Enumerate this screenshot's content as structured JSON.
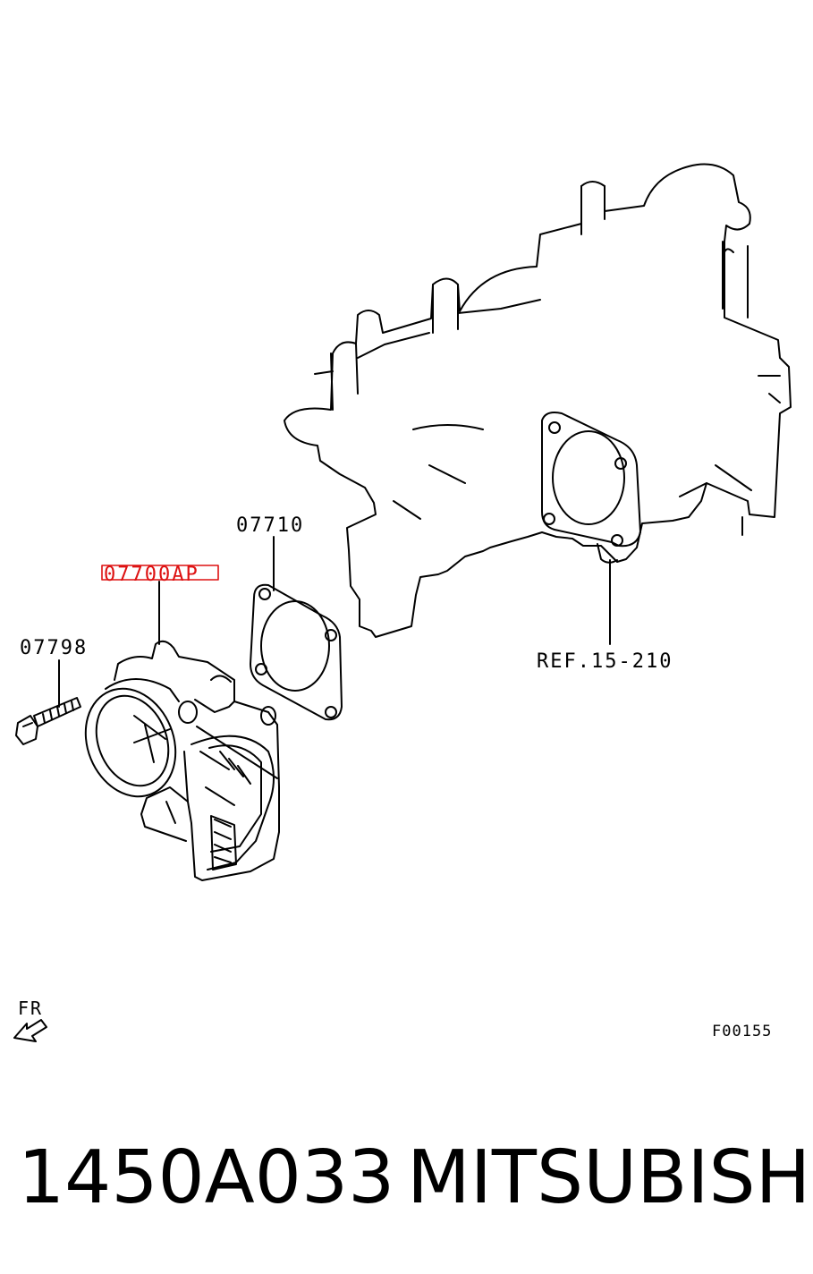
{
  "diagram": {
    "callouts": {
      "throttle_body": "07700AP",
      "gasket": "07710",
      "bolt": "07798",
      "manifold_ref": "REF.15-210"
    },
    "front_marker": "FR",
    "figure_code": "F00155",
    "highlight_color": "#dd1111"
  },
  "footer": {
    "part_number": "1450A033",
    "brand": "MITSUBISHI"
  }
}
